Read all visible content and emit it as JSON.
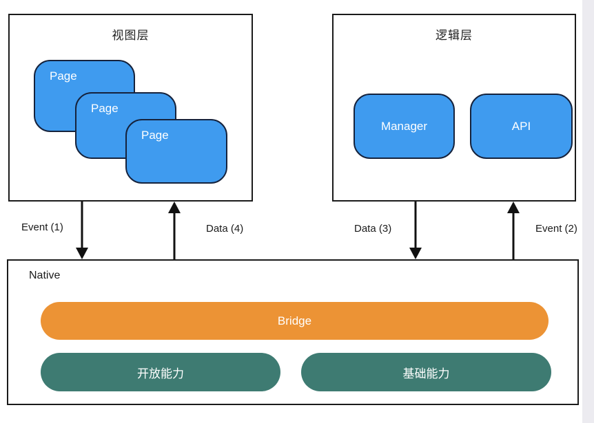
{
  "diagram": {
    "view_layer": {
      "title": "视图层",
      "pages": [
        {
          "label": "Page"
        },
        {
          "label": "Page"
        },
        {
          "label": "Page"
        }
      ]
    },
    "logic_layer": {
      "title": "逻辑层",
      "modules": [
        {
          "label": "Manager"
        },
        {
          "label": "API"
        }
      ]
    },
    "native_layer": {
      "title": "Native",
      "bridge_label": "Bridge",
      "capabilities": [
        {
          "label": "开放能力"
        },
        {
          "label": "基础能力"
        }
      ]
    },
    "connectors": [
      {
        "label": "Event (1)",
        "direction": "down",
        "from": "view_layer",
        "to": "native_layer"
      },
      {
        "label": "Data (4)",
        "direction": "up",
        "from": "native_layer",
        "to": "view_layer"
      },
      {
        "label": "Data (3)",
        "direction": "down",
        "from": "logic_layer",
        "to": "native_layer"
      },
      {
        "label": "Event (2)",
        "direction": "up",
        "from": "native_layer",
        "to": "logic_layer"
      }
    ],
    "colors": {
      "page_fill": "#3F9BEF",
      "page_border": "#15223C",
      "bridge_fill": "#EC9335",
      "capability_fill": "#3E7B72",
      "outline": "#1A1A1A"
    }
  }
}
